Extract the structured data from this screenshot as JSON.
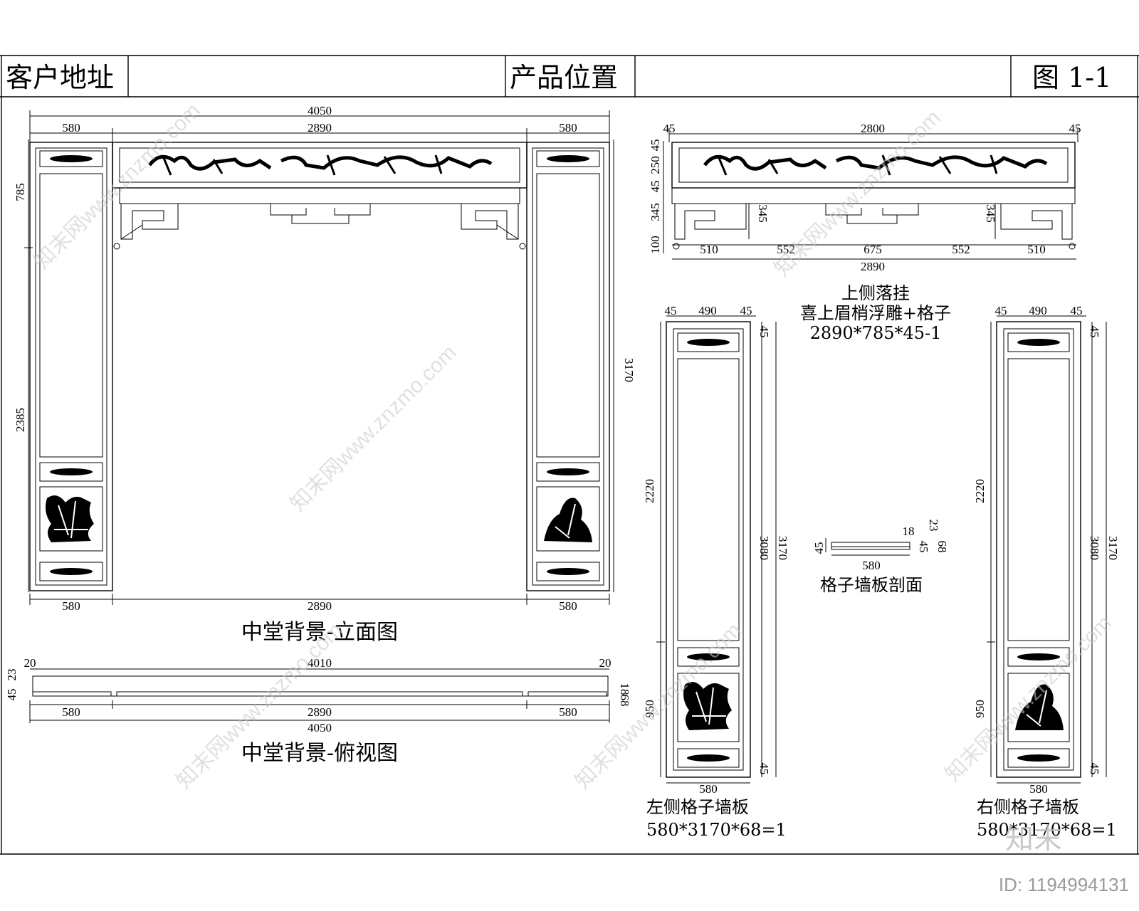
{
  "header": {
    "client_address_label": "客户地址",
    "client_address_value": "",
    "product_position_label": "产品位置",
    "product_position_value": "",
    "figure_label": "图 1-1"
  },
  "elevation": {
    "title": "中堂背景-立面图",
    "overall_width": "4050",
    "segments_top": [
      "580",
      "2890",
      "580"
    ],
    "segments_bottom": [
      "580",
      "2890",
      "580"
    ],
    "left_heights": [
      "785",
      "2385"
    ],
    "right_height": "3170"
  },
  "top_view": {
    "title": "中堂背景-俯视图",
    "inner_width": "4010",
    "edge_offsets": [
      "20",
      "20"
    ],
    "segments": [
      "580",
      "2890",
      "580"
    ],
    "overall_width": "4050",
    "left_thickness": [
      "23",
      "45"
    ],
    "right_thickness": [
      "18",
      "68"
    ]
  },
  "upper_hanging": {
    "title_line1": "上侧落挂",
    "title_line2": "喜上眉梢浮雕+格子",
    "title_line3": "2890*785*45-1",
    "top_dims": [
      "45",
      "2800",
      "45"
    ],
    "left_dims": [
      "45",
      "250",
      "45",
      "345",
      "100"
    ],
    "inner_dims": [
      "345",
      "345"
    ],
    "bottom_dims": [
      "510",
      "552",
      "675",
      "552",
      "510"
    ],
    "overall_width": "2890"
  },
  "left_panel": {
    "title": "左侧格子墙板",
    "spec": "580*3170*68=1",
    "top_dims": [
      "45",
      "490",
      "45"
    ],
    "left_dims": [
      "2220",
      "950"
    ],
    "right_dims": [
      "45",
      "3080",
      "3170",
      "45"
    ],
    "bottom_width": "580"
  },
  "right_panel": {
    "title": "右侧格子墙板",
    "spec": "580*3170*68=1",
    "top_dims": [
      "45",
      "490",
      "45"
    ],
    "left_dims": [
      "2220",
      "950"
    ],
    "right_dims": [
      "45",
      "3080",
      "3170",
      "45"
    ],
    "bottom_width": "580"
  },
  "section": {
    "title": "格子墙板剖面",
    "width": "580",
    "dims": [
      "45",
      "18",
      "23",
      "45",
      "68"
    ]
  },
  "watermark": {
    "text": "知末网www.znzmo.com",
    "logo": "知末",
    "id": "ID: 1194994131"
  }
}
